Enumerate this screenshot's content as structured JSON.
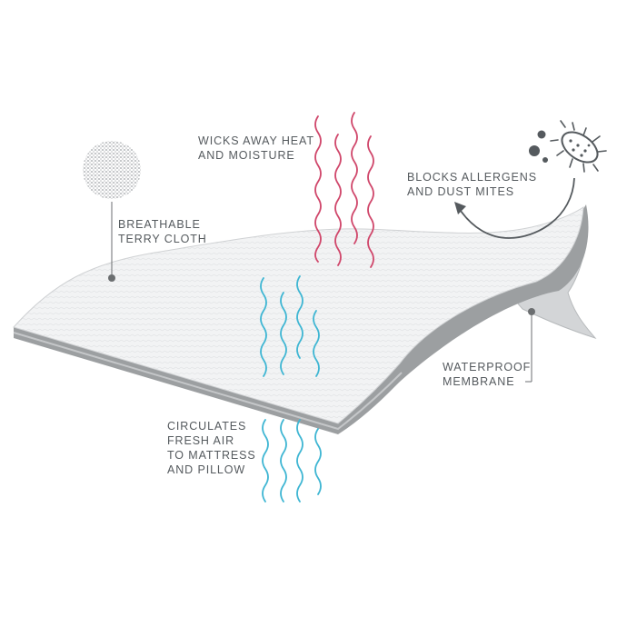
{
  "labels": {
    "wicks": [
      "WICKS AWAY HEAT",
      "AND MOISTURE"
    ],
    "breathable": [
      "BREATHABLE",
      "TERRY CLOTH"
    ],
    "blocks": [
      "BLOCKS ALLERGENS",
      "AND DUST MITES"
    ],
    "waterproof": [
      "WATERPROOF",
      "MEMBRANE"
    ],
    "circulates": [
      "CIRCULATES",
      "FRESH AIR",
      "TO MATTRESS",
      "AND PILLOW"
    ]
  },
  "icons": {
    "fabric_swatch": "terry-cloth-swatch-icon",
    "dust_mite": "dust-mite-bacteria-icon"
  },
  "colors": {
    "text": "#555a5e",
    "heat_waves": "#d0476b",
    "air_waves": "#3fb6d3",
    "pad_top": "#f1f2f3",
    "pad_edge": "#9a9d9f",
    "membrane": "#d6d8da",
    "callout": "#6b6e70"
  }
}
